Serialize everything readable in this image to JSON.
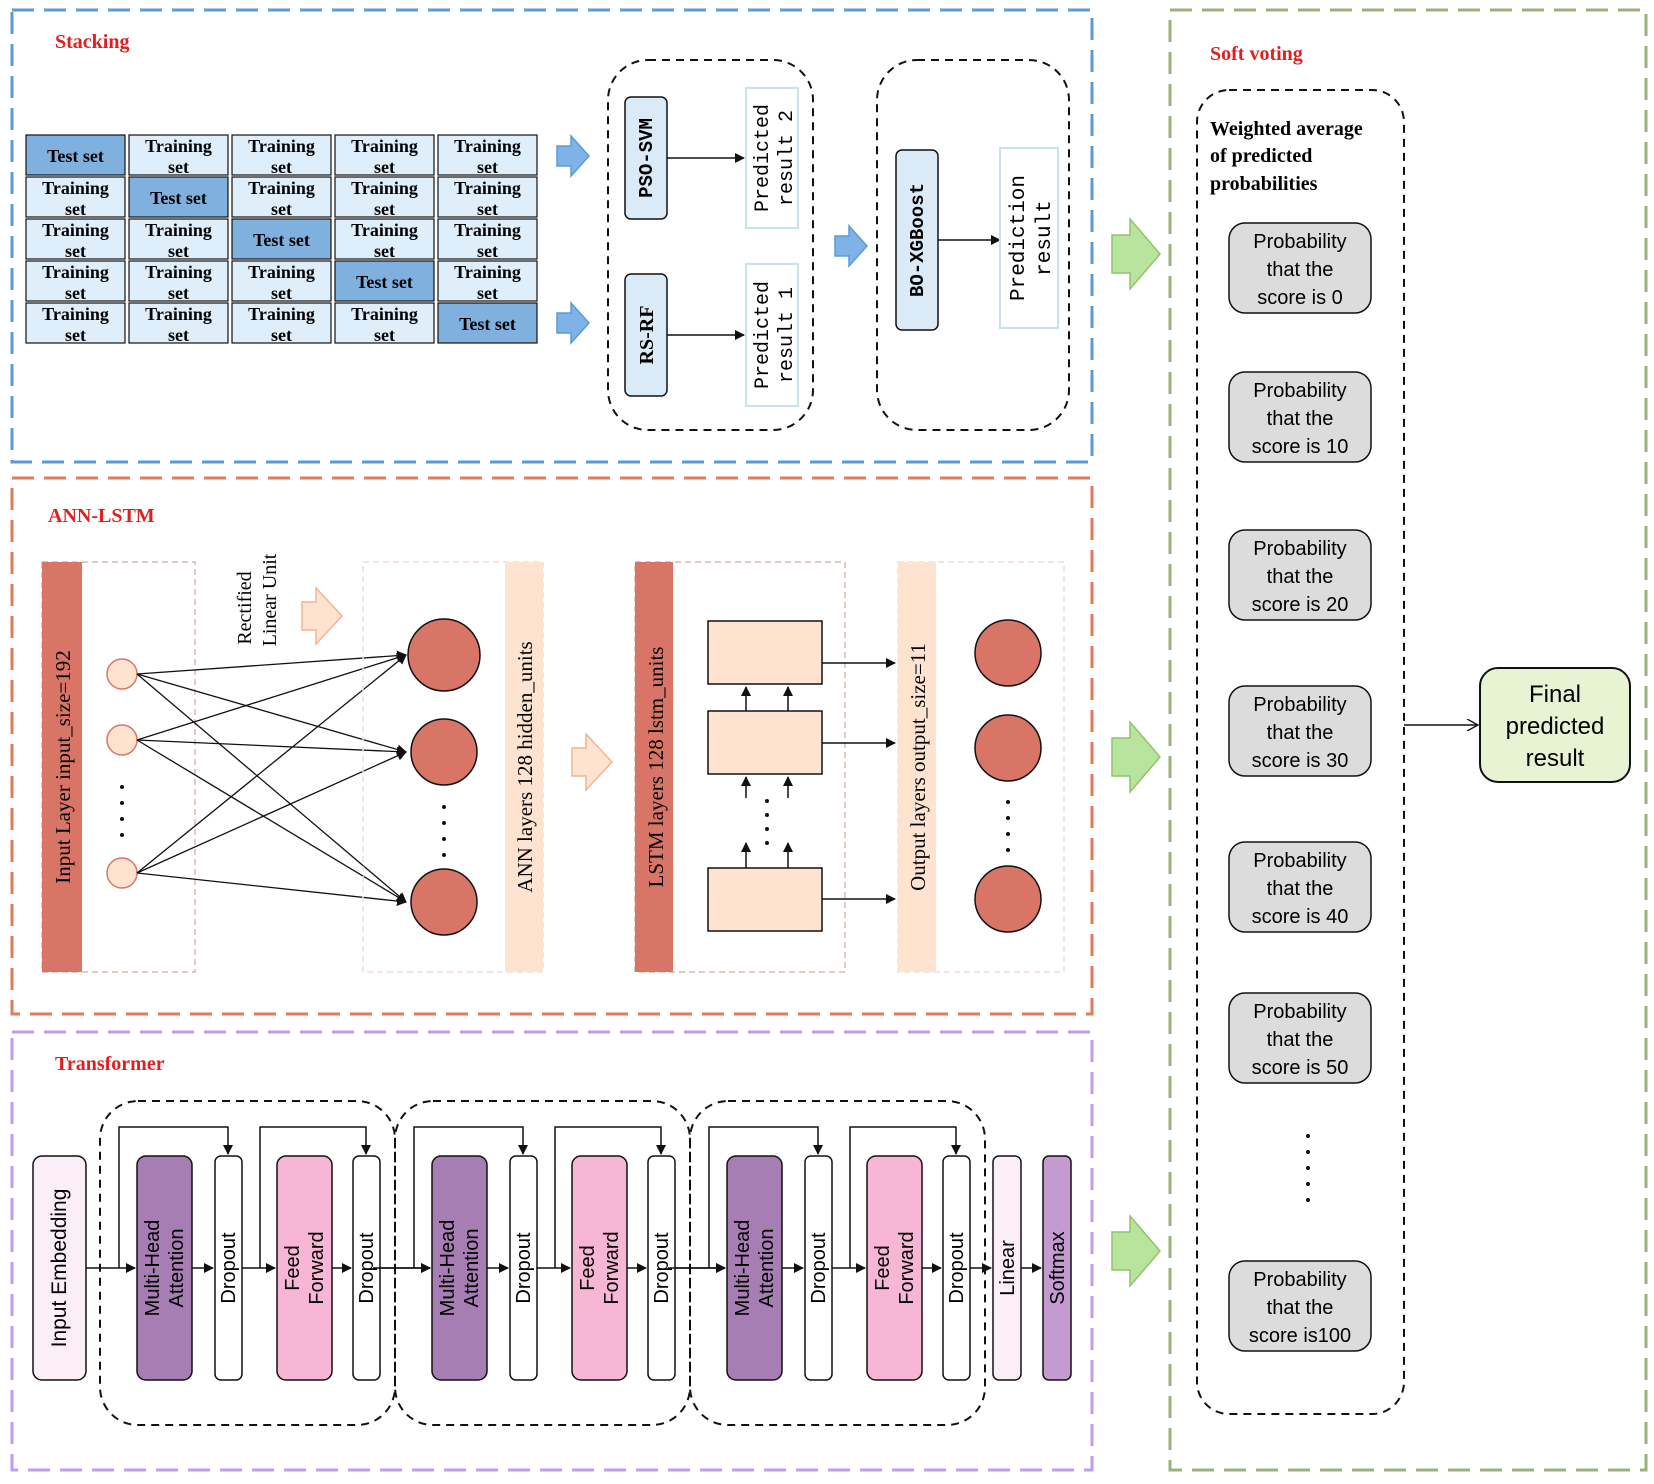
{
  "stacking": {
    "title": "Stacking",
    "grid": [
      [
        "Test set",
        "Training set",
        "Training set",
        "Training set",
        "Training set"
      ],
      [
        "Training set",
        "Test set",
        "Training set",
        "Training set",
        "Training set"
      ],
      [
        "Training set",
        "Training set",
        "Test set",
        "Training set",
        "Training set"
      ],
      [
        "Training set",
        "Training set",
        "Training set",
        "Test set",
        "Training set"
      ],
      [
        "Training set",
        "Training set",
        "Training set",
        "Training set",
        "Test set"
      ]
    ],
    "model_top": "PSO-SVM",
    "model_bottom": "RS-RF",
    "pred_top": [
      "Predicted",
      "result 2"
    ],
    "pred_bottom": [
      "Predicted",
      "result 1"
    ],
    "meta_model": "BO-XGBoost",
    "final_pred": [
      "Prediction",
      "result"
    ]
  },
  "ann_lstm": {
    "title": "ANN-LSTM",
    "input_layer": "Input Layer  input_size=192",
    "activation": [
      "Rectified",
      "Linear Unit"
    ],
    "ann_layers": "ANN layers  128 hidden_units",
    "lstm_layers": "LSTM layers  128 lstm_units",
    "output_layers": "Output layers  output_size=11"
  },
  "transformer": {
    "title": "Transformer",
    "input_embedding": "Input Embedding",
    "attention": [
      "Multi-Head",
      "Attention"
    ],
    "dropout": "Dropout",
    "feed_forward": [
      "Feed",
      "Forward"
    ],
    "linear": "Linear",
    "softmax": "Softmax"
  },
  "soft_voting": {
    "title": "Soft voting",
    "heading": [
      "Weighted average",
      "of predicted",
      "probabilities"
    ],
    "probabilities": [
      [
        "Probability",
        "that the",
        "score is 0"
      ],
      [
        "Probability",
        "that the",
        "score is 10"
      ],
      [
        "Probability",
        "that the",
        "score is 20"
      ],
      [
        "Probability",
        "that the",
        "score is 30"
      ],
      [
        "Probability",
        "that the",
        "score is 40"
      ],
      [
        "Probability",
        "that the",
        "score is 50"
      ],
      [
        "Probability",
        "that the",
        "score is100"
      ]
    ],
    "final": [
      "Final",
      "predicted",
      "result"
    ]
  },
  "colors": {
    "stacking_border": "#5b9bd5",
    "ann_border": "#e07b5a",
    "transformer_border": "#c39be8",
    "voting_border": "#9bb07a",
    "title_red": "#e02020",
    "test_cell": "#7fb0de",
    "train_cell": "#deeefa",
    "blue_arrow": "#7fb3e8",
    "green_arrow": "#b9e49e",
    "peach_arrow": "#fcd9c0",
    "salmon": "#d97567",
    "peach": "#fde3d0",
    "attention_purple": "#a67eb3",
    "ff_pink": "#f7b6d6",
    "final_green": "#e8f3d4",
    "prob_gray": "#dcdcdc"
  }
}
